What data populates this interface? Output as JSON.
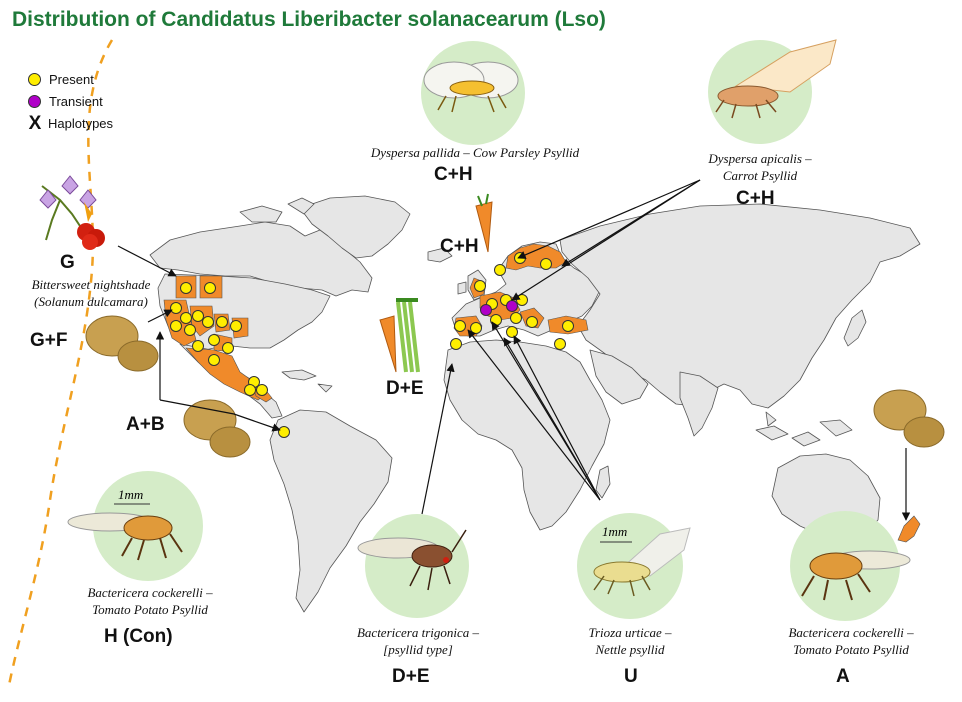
{
  "title": "Distribution of Candidatus Liberibacter solanacearum (Lso)",
  "legend": {
    "present": "Present",
    "transient": "Transient",
    "haplotypes_mark": "X",
    "haplotypes": "Haplotypes"
  },
  "colors": {
    "title": "#1f7a3a",
    "present": "#ffee00",
    "transient": "#b000c8",
    "affected_region": "#f08a2a",
    "land": "#e6e6e6",
    "insect_circle": "#d5ecc8",
    "boundary": "#f0a020"
  },
  "annotations": {
    "cow_parsley_psyllid": {
      "name": "Dyspersa pallida – Cow Parsley Psyllid",
      "haplotypes": "C+H"
    },
    "carrot_psyllid": {
      "name_line1": "Dyspersa apicalis –",
      "name_line2": "Carrot Psyllid",
      "haplotypes": "C+H"
    },
    "europe_north": {
      "haplotypes": "C+H"
    },
    "bittersweet": {
      "haplotype": "G",
      "line1": "Bittersweet nightshade",
      "line2": "(Solanum dulcamara)"
    },
    "us_potato": {
      "haplotypes": "G+F"
    },
    "america_potato": {
      "haplotypes": "A+B"
    },
    "iberia": {
      "haplotypes": "D+E"
    },
    "tomato_potato_psyllid_left": {
      "scale": "1mm",
      "line1": "Bactericera cockerelli –",
      "line2": "Tomato Potato Psyllid",
      "haplotypes": "H (Con)"
    },
    "bactericera_trigonica": {
      "line1": "Bactericera trigonica –",
      "line2": "[psyllid type]",
      "haplotypes": "D+E"
    },
    "trioza_urticae": {
      "scale": "1mm",
      "line1": "Trioza urticae –",
      "line2": "Nettle psyllid",
      "haplotypes": "U"
    },
    "tomato_potato_psyllid_right": {
      "line1": "Bactericera cockerelli –",
      "line2": "Tomato Potato Psyllid",
      "haplotypes": "A"
    }
  }
}
